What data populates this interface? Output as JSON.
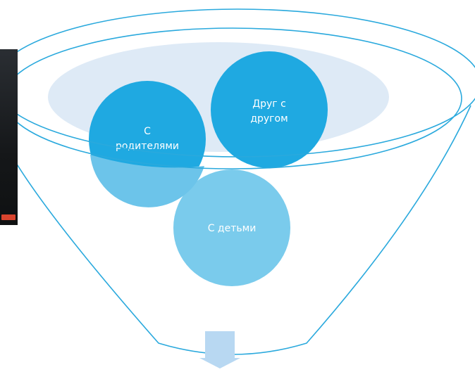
{
  "diagram": {
    "circles": [
      {
        "id": "parents",
        "lines": [
          "С",
          "родителями"
        ]
      },
      {
        "id": "each-other",
        "lines": [
          "Друг с",
          "другом"
        ]
      },
      {
        "id": "children",
        "lines": [
          "С детьми"
        ]
      }
    ],
    "colors": {
      "outline": "#2aa9dd",
      "inner_ellipse": "#deeaf6",
      "circle_dark": "#1fa9e1",
      "circle_light": "#7acbec",
      "arrow": "#b8d8f2"
    },
    "side_panel": {
      "badge_color": "#d9442e"
    }
  }
}
